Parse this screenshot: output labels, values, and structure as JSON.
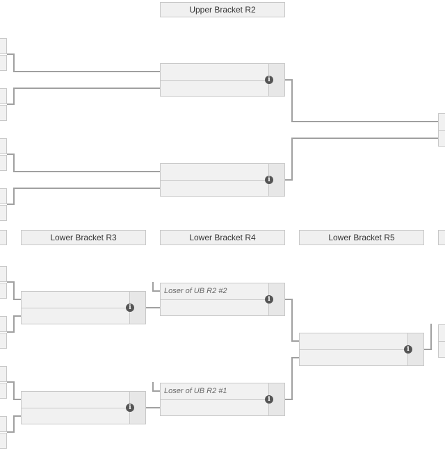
{
  "headers": {
    "ub_r2": "Upper Bracket R2",
    "lb_r3": "Lower Bracket R3",
    "lb_r4": "Lower Bracket R4",
    "lb_r5": "Lower Bracket R5"
  },
  "matches": {
    "ub_r2_m1": {
      "top": "",
      "bottom": ""
    },
    "ub_r2_m2": {
      "top": "",
      "bottom": ""
    },
    "lb_r3_m1": {
      "top": "",
      "bottom": ""
    },
    "lb_r3_m2": {
      "top": "",
      "bottom": ""
    },
    "lb_r4_m1": {
      "top": "Loser of UB R2 #2",
      "bottom": ""
    },
    "lb_r4_m2": {
      "top": "Loser of UB R2 #1",
      "bottom": ""
    },
    "lb_r5_m1": {
      "top": "",
      "bottom": ""
    }
  },
  "icons": {
    "match_info": "info-icon"
  },
  "info_glyph": "i",
  "colors": {
    "connector": "#a0a0a0",
    "box_bg": "#f1f1f1",
    "border": "#c8c8c8",
    "info_bg": "#555555"
  }
}
